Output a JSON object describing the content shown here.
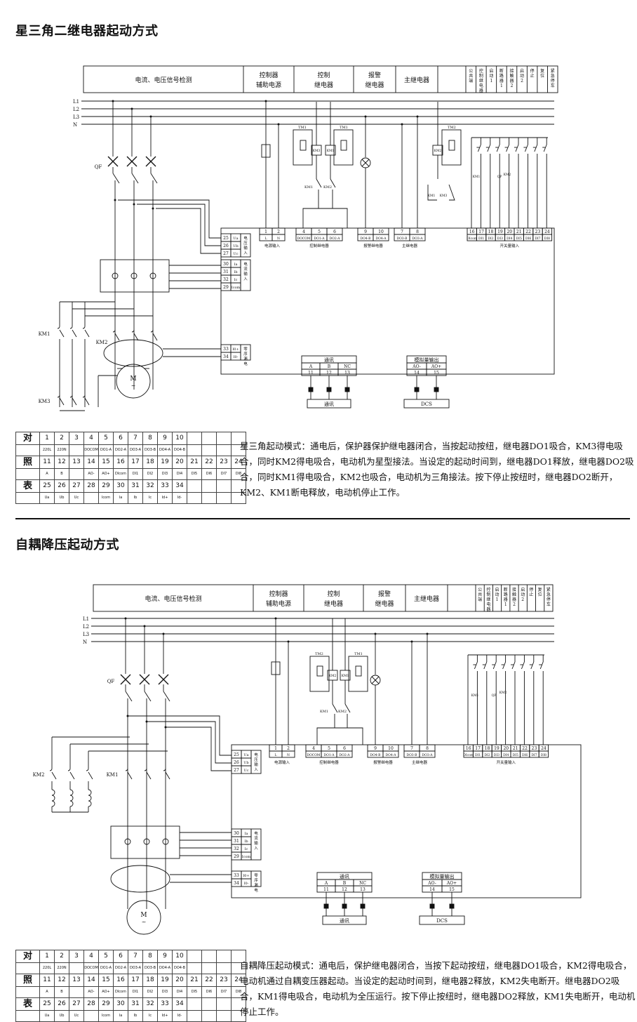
{
  "section1": {
    "title": "星三角二继电器起动方式",
    "description": "星三角起动模式：通电后，保护器保护继电器闭合，当按起动按纽，继电器DO1吸合，KM3得电吸合，同时KM2得电吸合，电动机为星型接法。当设定的起动时间到，继电器DO1释放，继电器DO2吸合，同时KM1得电吸合，KM2也吸合，电动机为三角接法。按下停止按纽时，继电器DO2断开，KM2、KM1断电释放，电动机停止工作。"
  },
  "section2": {
    "title": "自耦降压起动方式",
    "description": "自耦降压起动模式：通电后，保护继电器闭合，当按下起动按纽，继电器DO1吸合，KM2得电吸合，电动机通过自耦变压器起动。当设定的起动时间到，继电器2释放，KM2失电断开。继电器DO2吸合，KM1得电吸合，电动机为全压运行。按下停止按纽时，继电器DO2释放，KM1失电断开，电动机停止工作。"
  },
  "diagram": {
    "header_main": "电流、电压信号检测",
    "header_cols": [
      [
        "控制器",
        "辅助电源"
      ],
      [
        "控制",
        "继电器"
      ],
      [
        "报警",
        "继电器"
      ],
      [
        "主继电器"
      ]
    ],
    "header_vertical": [
      "公共端",
      "控制继电器1",
      "启动1",
      "断路器1",
      "接触器2",
      "启动2",
      "停止",
      "复位",
      "紧急停车"
    ],
    "lines": [
      "L1",
      "L2",
      "L3",
      "N"
    ],
    "volt_terms": [
      "25",
      "26",
      "27"
    ],
    "volt_labels": [
      "Ua",
      "Ub",
      "Uc"
    ],
    "volt_side": "电压输入",
    "curr_terms": [
      "30",
      "31",
      "32",
      "29"
    ],
    "curr_labels": [
      "Ia",
      "Ib",
      "Ic",
      "Icom"
    ],
    "curr_side": "电流输入",
    "zero_terms": [
      "33",
      "34"
    ],
    "zero_labels": [
      "I0+",
      "I0-"
    ],
    "zero_side": "零序漏电",
    "power_terms": [
      "1",
      "2"
    ],
    "power_labels": [
      "L",
      "N"
    ],
    "power_cap": "电源输入",
    "ctrl_terms": [
      "4",
      "5",
      "6"
    ],
    "ctrl_labels": [
      "DOCOM",
      "DO1-A",
      "DO2-A"
    ],
    "ctrl_cap": "控制继电器",
    "alarm_terms": [
      "9",
      "10"
    ],
    "alarm_labels": [
      "DO4-B",
      "DO4-A"
    ],
    "alarm_cap": "报警继电器",
    "main_terms": [
      "7",
      "8"
    ],
    "main_labels": [
      "DO3-B",
      "DO3-A"
    ],
    "main_cap": "主继电器",
    "di_terms": [
      "16",
      "17",
      "18",
      "19",
      "20",
      "21",
      "22",
      "23",
      "24"
    ],
    "di_labels": [
      "DIcom",
      "DI1",
      "DI2",
      "DI3",
      "DI4",
      "DI5",
      "DI6",
      "DI7",
      "DI8"
    ],
    "di_cap": "开关量输入",
    "comm_title": "通讯",
    "comm_labels": [
      "A",
      "B",
      "NC"
    ],
    "comm_terms": [
      "11",
      "12",
      "13"
    ],
    "comm_box": "通讯",
    "ao_title": "模拟量输出",
    "ao_labels": [
      "AO-",
      "AO+"
    ],
    "ao_terms": [
      "14",
      "15"
    ],
    "ao_box": "DCS",
    "qf": "QF",
    "motor": "M",
    "motor_sub": "~",
    "tm1": "TM1",
    "tm2": "TM2",
    "km1": "KM1",
    "km2": "KM2",
    "km3": "KM3",
    "qp": "QP"
  },
  "table": {
    "header": [
      "对",
      "照",
      "表"
    ],
    "row1": [
      "1",
      "2",
      "3",
      "4",
      "5",
      "6",
      "7",
      "8",
      "9",
      "10"
    ],
    "row2": [
      "220L",
      "220N",
      "",
      "DOCOM",
      "DO1-A",
      "DO2-A",
      "DO3-A",
      "DO3-B",
      "DO4-A",
      "DO4-B"
    ],
    "row3": [
      "11",
      "12",
      "13",
      "14",
      "15",
      "16",
      "17",
      "18",
      "19",
      "20",
      "21",
      "22",
      "23",
      "24"
    ],
    "row4": [
      "A",
      "B",
      "",
      "AO-",
      "AO+",
      "DIcom",
      "DI1",
      "DI2",
      "DI3",
      "DI4",
      "DI5",
      "DI6",
      "DI7",
      "DI8"
    ],
    "row5": [
      "25",
      "26",
      "27",
      "28",
      "29",
      "30",
      "31",
      "32",
      "33",
      "34"
    ],
    "row6": [
      "Ua",
      "Ub",
      "Uc",
      "",
      "Icom",
      "Ia",
      "Ib",
      "Ic",
      "Id+",
      "Id-"
    ]
  }
}
